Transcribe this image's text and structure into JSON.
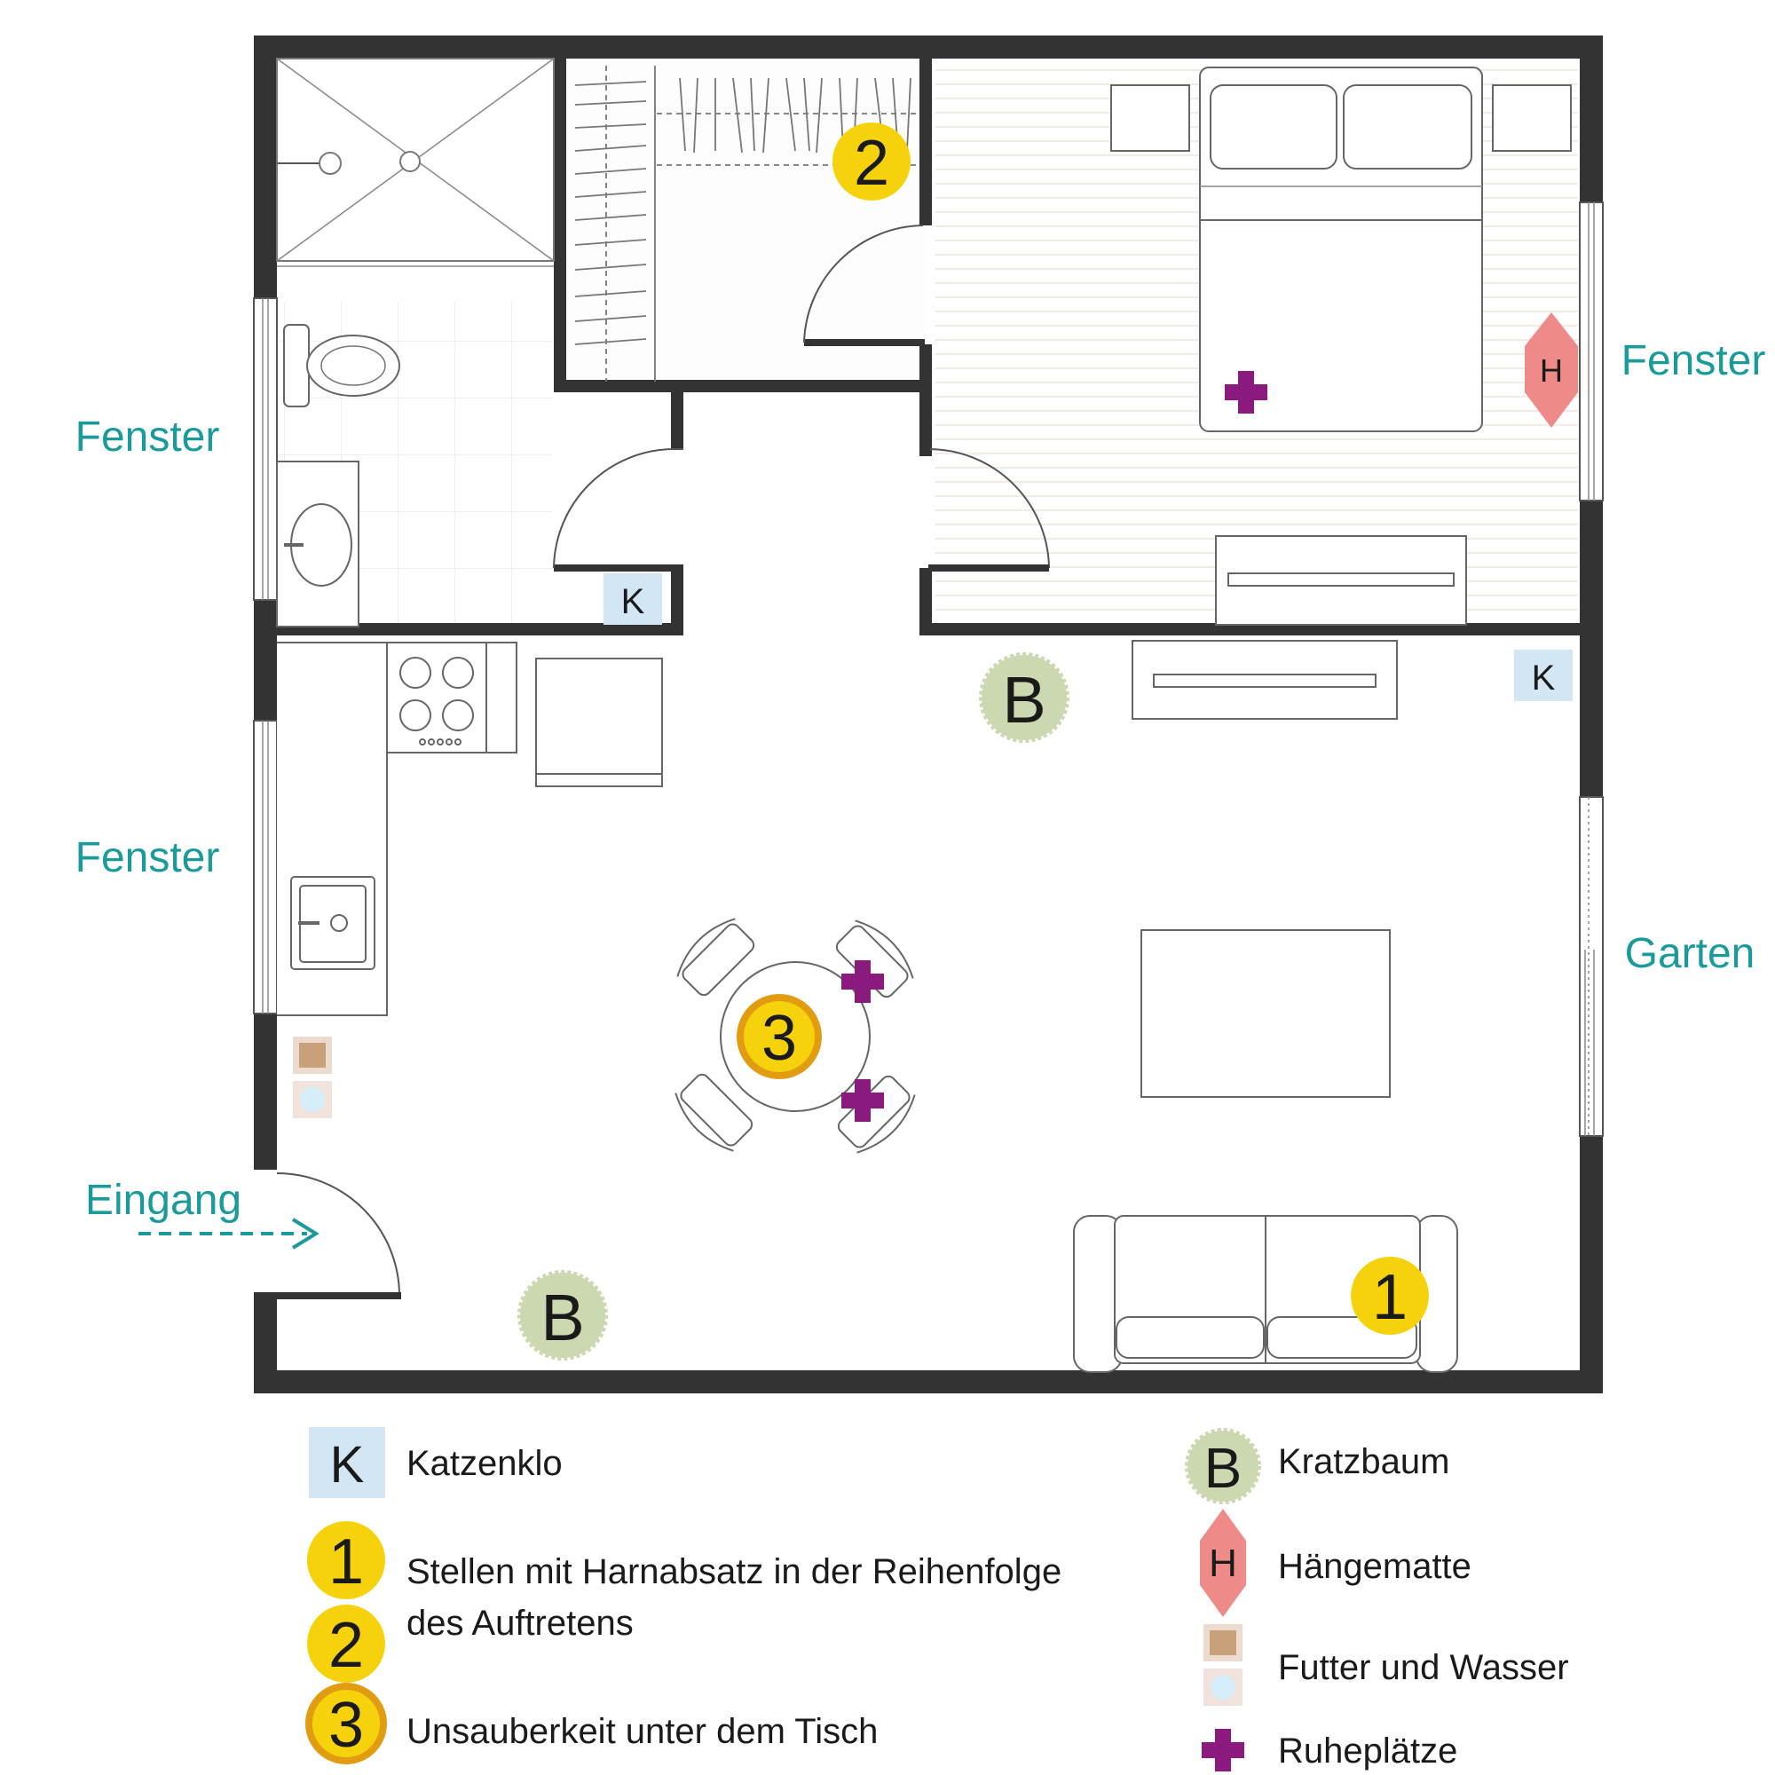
{
  "labels": {
    "fenster_left_top": "Fenster",
    "fenster_left_bottom": "Fenster",
    "fenster_right": "Fenster",
    "garten": "Garten",
    "eingang": "Eingang"
  },
  "markers": {
    "katzenklo_letter": "K",
    "kratzbaum_letter": "B",
    "haengematte_letter": "H",
    "urine_1": "1",
    "urine_2": "2",
    "urine_3": "3"
  },
  "legend": {
    "katzenklo": "Katzenklo",
    "urine_line1": "Stellen mit Harnabsatz in der Reihenfolge",
    "urine_line2": "des Auftretens",
    "unsauberkeit": "Unsauberkeit unter dem Tisch",
    "kratzbaum": "Kratzbaum",
    "haengematte": "Hängematte",
    "futter_wasser": "Futter und Wasser",
    "ruheplaetze": "Ruheplätze"
  },
  "colors": {
    "teal": "#1a9a9a",
    "wall": "#333333",
    "katzenklo_bg": "#d3e6f3",
    "kratzbaum_bg": "#ccd8b0",
    "urine_yellow": "#f6d20c",
    "urine_3_ring": "#e29c12",
    "haengematte_pink": "#ee8a87",
    "ruheplatz_purple": "#8b1a7e",
    "futter_brown": "#c8a07a",
    "wasser_blue": "#d6eefa"
  }
}
